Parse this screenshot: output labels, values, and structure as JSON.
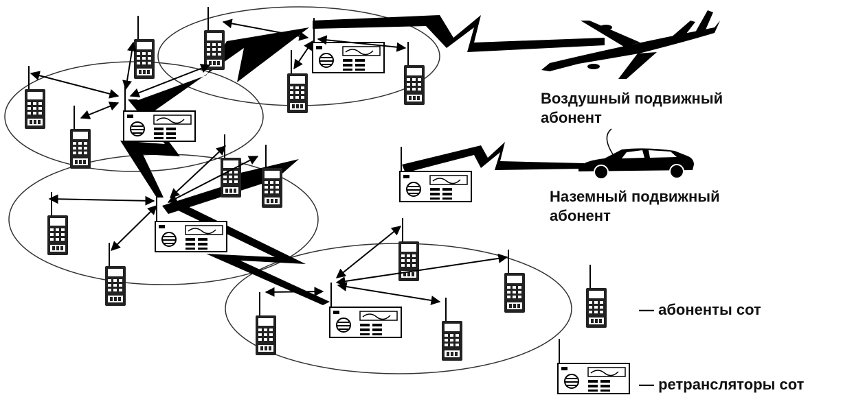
{
  "labels": {
    "air_line1": "Воздушный подвижный",
    "air_line2": "абонент",
    "ground_line1": "Наземный подвижный",
    "ground_line2": "абонент",
    "legend_subscribers": "— абоненты сот",
    "legend_repeaters": "— ретрансляторы сот"
  }
}
